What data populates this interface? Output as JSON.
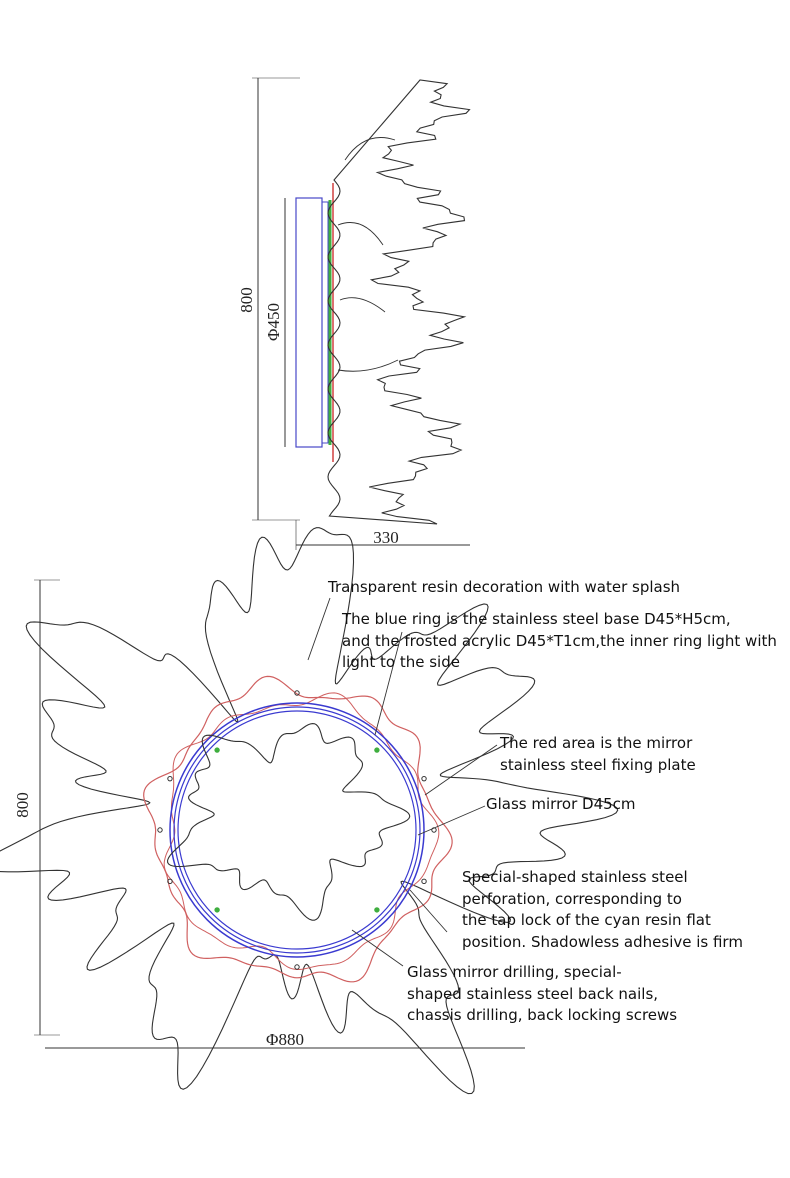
{
  "side_view": {
    "height_label": "800",
    "diameter_label": "Φ450",
    "depth_label": "330"
  },
  "front_view": {
    "height_label": "800",
    "diameter_label": "Φ880",
    "annotations": {
      "resin": "Transparent resin decoration with water splash",
      "blue_ring": [
        "The blue ring is the stainless steel base D45*H5cm,",
        "and the frosted acrylic D45*T1cm,the inner ring light with",
        "light to the side"
      ],
      "red_area": [
        "The red area is the mirror",
        "stainless steel fixing plate"
      ],
      "glass_mirror": "Glass mirror D45cm",
      "perforation": [
        "Special-shaped stainless steel",
        "perforation, corresponding to",
        "the tap lock of the cyan resin flat",
        "position. Shadowless adhesive is firm"
      ],
      "drilling": [
        "Glass mirror drilling, special-",
        "shaped stainless steel back nails,",
        "chassis drilling, back locking screws"
      ]
    }
  },
  "colors": {
    "line": "#222222",
    "blue": "#3a3ad0",
    "red": "#d04040",
    "green": "#3fae3f"
  }
}
